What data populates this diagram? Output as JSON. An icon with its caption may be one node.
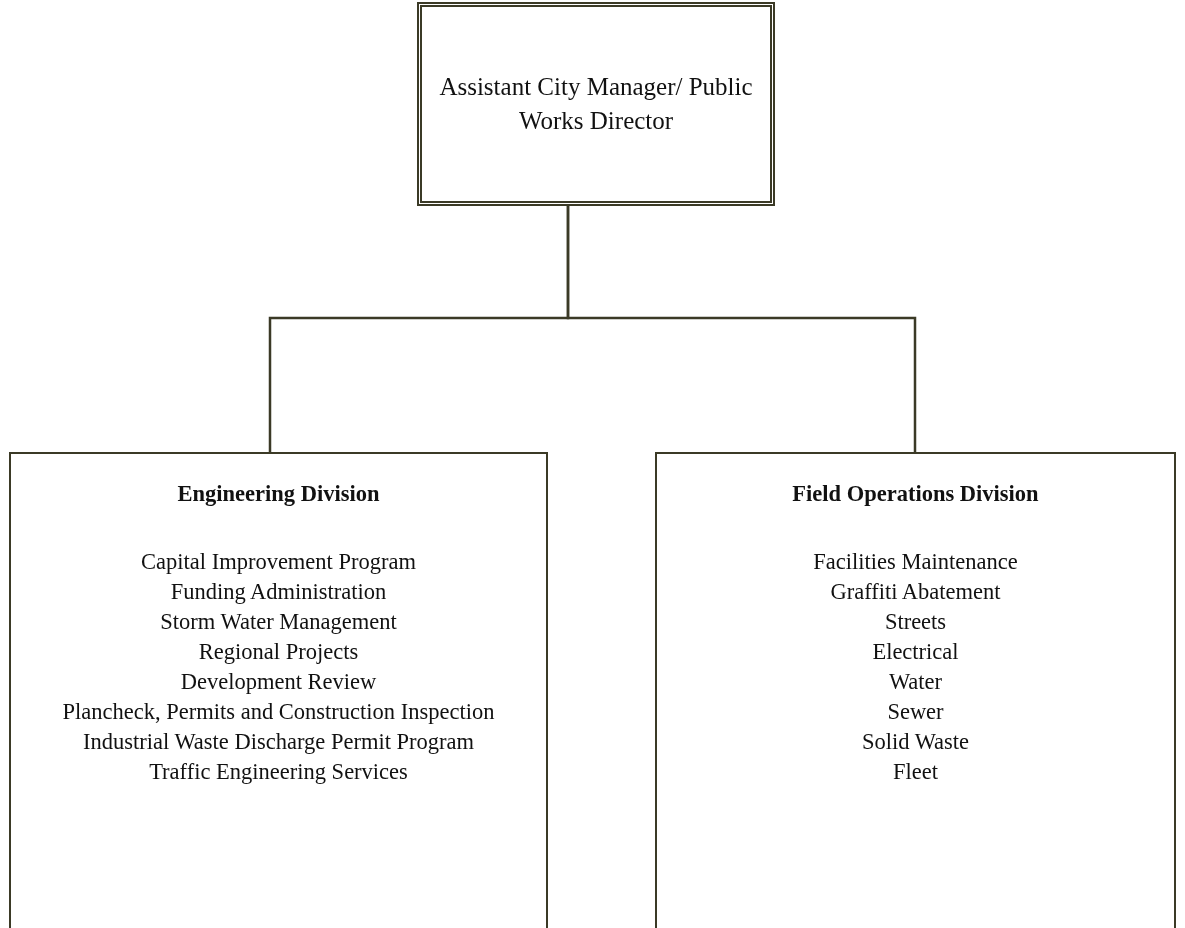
{
  "diagram": {
    "nodes": [
      {
        "text": [
          "Assistant City Manager/ Public Works Director"
        ]
      },
      {
        "text": [
          "Engineering Division",
          "Capital Improvement Program",
          "Funding Administration",
          "Storm Water Management",
          "Regional Projects",
          "Development Review",
          "Plancheck, Permits and Construction Inspection",
          "Industrial Waste Discharge Permit Program",
          "Traffic Engineering Services"
        ]
      },
      {
        "text": [
          "Field Operations Division",
          "Facilities Maintenance",
          "Graffiti Abatement",
          "Streets",
          "Electrical",
          "Water",
          "Sewer",
          "Solid Waste",
          "Fleet"
        ]
      }
    ],
    "edges": [
      {
        "from": 0,
        "to": 1,
        "arrow": "none"
      },
      {
        "from": 0,
        "to": 2,
        "arrow": "none"
      }
    ]
  }
}
